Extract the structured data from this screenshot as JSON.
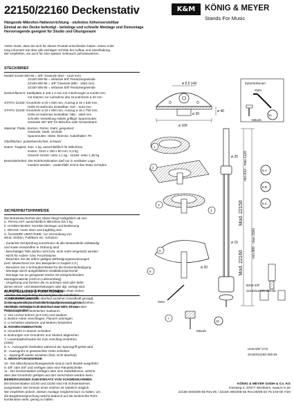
{
  "header": {
    "title": "22150/22160 Deckenstativ",
    "logo": "K&M",
    "brand": "KÖNIG & MEYER",
    "tagline": "Stands For Music"
  },
  "subtitles": [
    "Hängende Mikrofon-Haltevorrichtung - stufenlos höhenverstellbar",
    "Einmal an der Decke befestigt - beliebige und schnelle Montage und Demontage",
    "Hervorragende geeignet für Studio und Übungsraum"
  ],
  "intro": [
    "Vielen Dank, dass Sie sich für dieses Produkt entschieden haben. Diese Anlei-",
    "tung informiert Sie über alle wichtigen Schritte bei Aufbau und Handhabung.",
    "Wir empfehlen, sie auch für eine spätere Gebrauch aufzubewahren."
  ],
  "steckbrief": {
    "heading": "STECKBRIEF",
    "lines": [
      {
        "text": "Modell 22150-300-55 = 3/8\" Gewinde (810 - 1120 mm)",
        "indent": false
      },
      {
        "text": "22150-305-55 = inklusive 5/8\"-Reduziergewinde",
        "indent": true
      },
      {
        "text": "22160-300-55 = 3/8\" Gewinde (880 - 1560 mm)",
        "indent": true
      },
      {
        "text": "22160-305-55 = inklusive 5/8\"-Reduziergewinde",
        "indent": true
      },
      {
        "text": "",
        "indent": false
      },
      {
        "text": "Deckenflansch: Stahlplatte ø 106 x 4 mm mit 4 Bohrungen ø 6,5/40 mm;",
        "indent": false
      },
      {
        "text": "mit Stutzen zur Aufnahme des Grundrohres ø 20 mm",
        "indent": true
      },
      {
        "text": "",
        "indent": false
      },
      {
        "text": "STATIV 22150: Grundrohr ø 20 x 530 mm, Auszug ø 15 x 530 mm,",
        "indent": false
      },
      {
        "text": "Höhe ist stufenlos einstellbar: 810 - 1120 mm",
        "indent": true
      },
      {
        "text": "STATIV 22160: Grundrohr ø 20 x 800 mm, Auszug ø 15 x 750 mm,",
        "indent": false
      },
      {
        "text": "Höhe ist stufenlos einstellbar: 880 - 1560 mm",
        "indent": true
      },
      {
        "text": "schnelle Verstellung mittels griffiger Spannmutter",
        "indent": true
      },
      {
        "text": "Gewinde 3/8\" 5/8\" für Mikrofon oder Schwenkarm",
        "indent": true
      },
      {
        "text": "",
        "indent": false
      },
      {
        "text": "Material: Platte, Stutzen, Rohre: Stahl, gespulvert",
        "indent": false
      },
      {
        "text": "Gewinde: Stahl, verzinkt",
        "indent": true
      },
      {
        "text": "Spannmutter, Hülse, Bremse, Kabelhalter: PA",
        "indent": true
      },
      {
        "text": "",
        "indent": false
      },
      {
        "text": "Oberflächen: pulverbeschichtet, schwarz",
        "indent": false
      },
      {
        "text": "",
        "indent": false
      },
      {
        "text": "Daten: Traglast: max. 1 kg, ausschließlich für Mikrofone,",
        "indent": false
      },
      {
        "text": "Karton: 1010 x 150 x 90 mm; 0,3 kg",
        "indent": true
      },
      {
        "text": "Gewicht 22150: netto 1,1 kg - 22160: netto 1,35 kg",
        "indent": true
      },
      {
        "text": "",
        "indent": false
      },
      {
        "text": "Besonderheiten: Die Rohrkombination darf nur in vertikaler Lage",
        "indent": false
      },
      {
        "text": "montiert werden - andernfalls nimmt das Stativ Schaden",
        "indent": true
      }
    ]
  },
  "sicherheit": {
    "heading": "SICHERHEITSHINWEISE",
    "lines": [
      "Die Betriebssicherheit des Stativ hängt maßgeblich ab von:",
      "a. TRAGLAST: ausschließlich Mikrofone bis 1 kg",
      "b. HANDHABUNG: korrekte Montage und Bedienung",
      "c. DECKE: muss eben und tragfähig sein",
      "d. ÄUSSERE UMSTÄNDE: zur Vermeidung von",
      "   Wind, Stößen, Publikum etc. schützen",
      "",
      "- Zunächst Sichtprüfung vornehmen ob alle Bestandteile vollständig",
      "  und sowie einwandfrei in Ordnung sind",
      "- Beschädigte Teile dürfen nicht bzw. nicht mehr eingesetzt werden",
      "- Nicht für Außen- bzw. Feuchträume",
      "- Beachten Sie die örtlich gültigen Befestigungsanweisungen",
      "  (evtl. abweichend von den Beispielen in Kapitel 2.3.)",
      "- Benutzen Sie 4 Schrauben/Dübel für die Deckenbefestigung",
      "- Montage durch ausgebildetes Installationspersonal",
      "- Montage nur an geeigneter Decke mit entsprechendem",
      "  Montagematerial (nicht im Lieferumfang)",
      "- Umgebung und Decken die zu achtsam sind oder tiefer",
      "  denen Strom- und Wasserleitungen oder dgl. verlegt sind.",
      "  Im Zweifel einen qualifizierten Fachmann zu Rate ziehen",
      "- Prüfen Sie regelmäßig die Festigkeit der Installation.",
      "- Gewinde fest aber nicht überfest anziehen (Handkraft genügt).",
      "  Diese regelmäßig auf Festsitz kontrollieren und ggf. nachziehen.",
      "- Reinigen mit leicht feuchtem Tuch und nicht scheuernden",
      "  Reinigungsmitteln"
    ]
  },
  "aufstellung": {
    "heading": "AUFSTELLUNG & FUNKTIONEN",
    "sections": [
      {
        "title": "A. DECKENFLANSCH",
        "lines": [
          "1. Geeignete Decke sowie Befestigungsmaterial wählen",
          "   BEISPIEL-Befestiger z.B. Bolzen-Anker M6 x 75 mm",
          "   Platte auspfaden, Bohrlöcher markieren",
          "2. Vier Löcher bohren (ø 8 mm) und säubern",
          "3. Bolzen-Anker einschlagen, Flansch anbringen",
          "4. U-Scheiben platzieren und Muttern festziehen"
        ]
      },
      {
        "title": "B. ROHRKOMBINATION",
        "lines": [
          "5. Grundrohr in Stutzen schieben",
          "6. Bohrungen von Grundrohr und Stutzen abgleichen",
          "7. Linsenkopfschraube bis zum Anschlag eindrehen",
          "   (SW4)",
          "8. A - Auszugrohr festhalten während der Spanngriff gelöst wird",
          "   B - Auszugrohr in gewünschter Höhe schieben",
          "   C - Spanngriff wieder anziehen (fest, nicht überfest)"
        ]
      },
      {
        "title": "C. MIKROFONGEWINDE",
        "lines": [
          "10 - Die Mikrofonanschlussgewinde sind je nach Modell ausgeführt",
          "     in 3/8\" oder 5/8\" und verfügen über eine Rändelscheibe",
          "11 - Die Deckenstative verfügen über eine Kabelklemme, welche",
          "     über das Grundrohr geklipst und dort verschoben werden kann."
        ]
      },
      {
        "title": "BEMERKUNGEN ZUM EINSATZ VON SCHWENKARMEN",
        "lines": [
          "Die Deckenstative 22150 und 22160 sind mit Schwenkarmen",
          "ausgestattet. Der Einsatz eines solchen ist natürlich möglich.",
          "Wir empfehlen jedoch, dessen Auslage möglichst kurz zu halten, um",
          "die Biegebeanspruchung welche dadurch auf die senkrechte Rohr-",
          "kombination wirkt, gering zu halten."
        ]
      }
    ]
  },
  "drawing": {
    "detail_label": "Zubehörbeutel",
    "dim_flange_d1": "ø 6,5 (x4)",
    "dim_flange_d2": "ø 106",
    "dim_pcd": "ø 40",
    "dim_stub": "ø 30",
    "dim_tube20": "ø 20",
    "dim_tube15": "ø 15",
    "mod_22150": "Mod. 22150",
    "mod_22160": "Mod. 22160",
    "range_22150": "min.810 - max.1120",
    "range_22160": "min.880 - max.1560",
    "wrench_sw4": "SW4",
    "screw_m6x25": "M6x25",
    "part_bsw": "BSW-3/8\"",
    "part_unss": "UNS-5/8\"-27G",
    "model_left": "22150/22160-300-55",
    "model_right": "22150/22160-305-55",
    "callouts": [
      "1",
      "2",
      "3",
      "4",
      "5",
      "6",
      "7",
      "8.A",
      "8.B",
      "8.C",
      "10",
      "11"
    ]
  },
  "footer": {
    "company": "KÖNIG & MEYER GmbH & Co. KG",
    "address": "Kiesweg 2, 97877 Wertheim, www.k-m.de",
    "docref": "22150-300/305-55 Rev.05 / 22160-300/305-55 Rev.06/08 03-75-103-00 7/20"
  }
}
